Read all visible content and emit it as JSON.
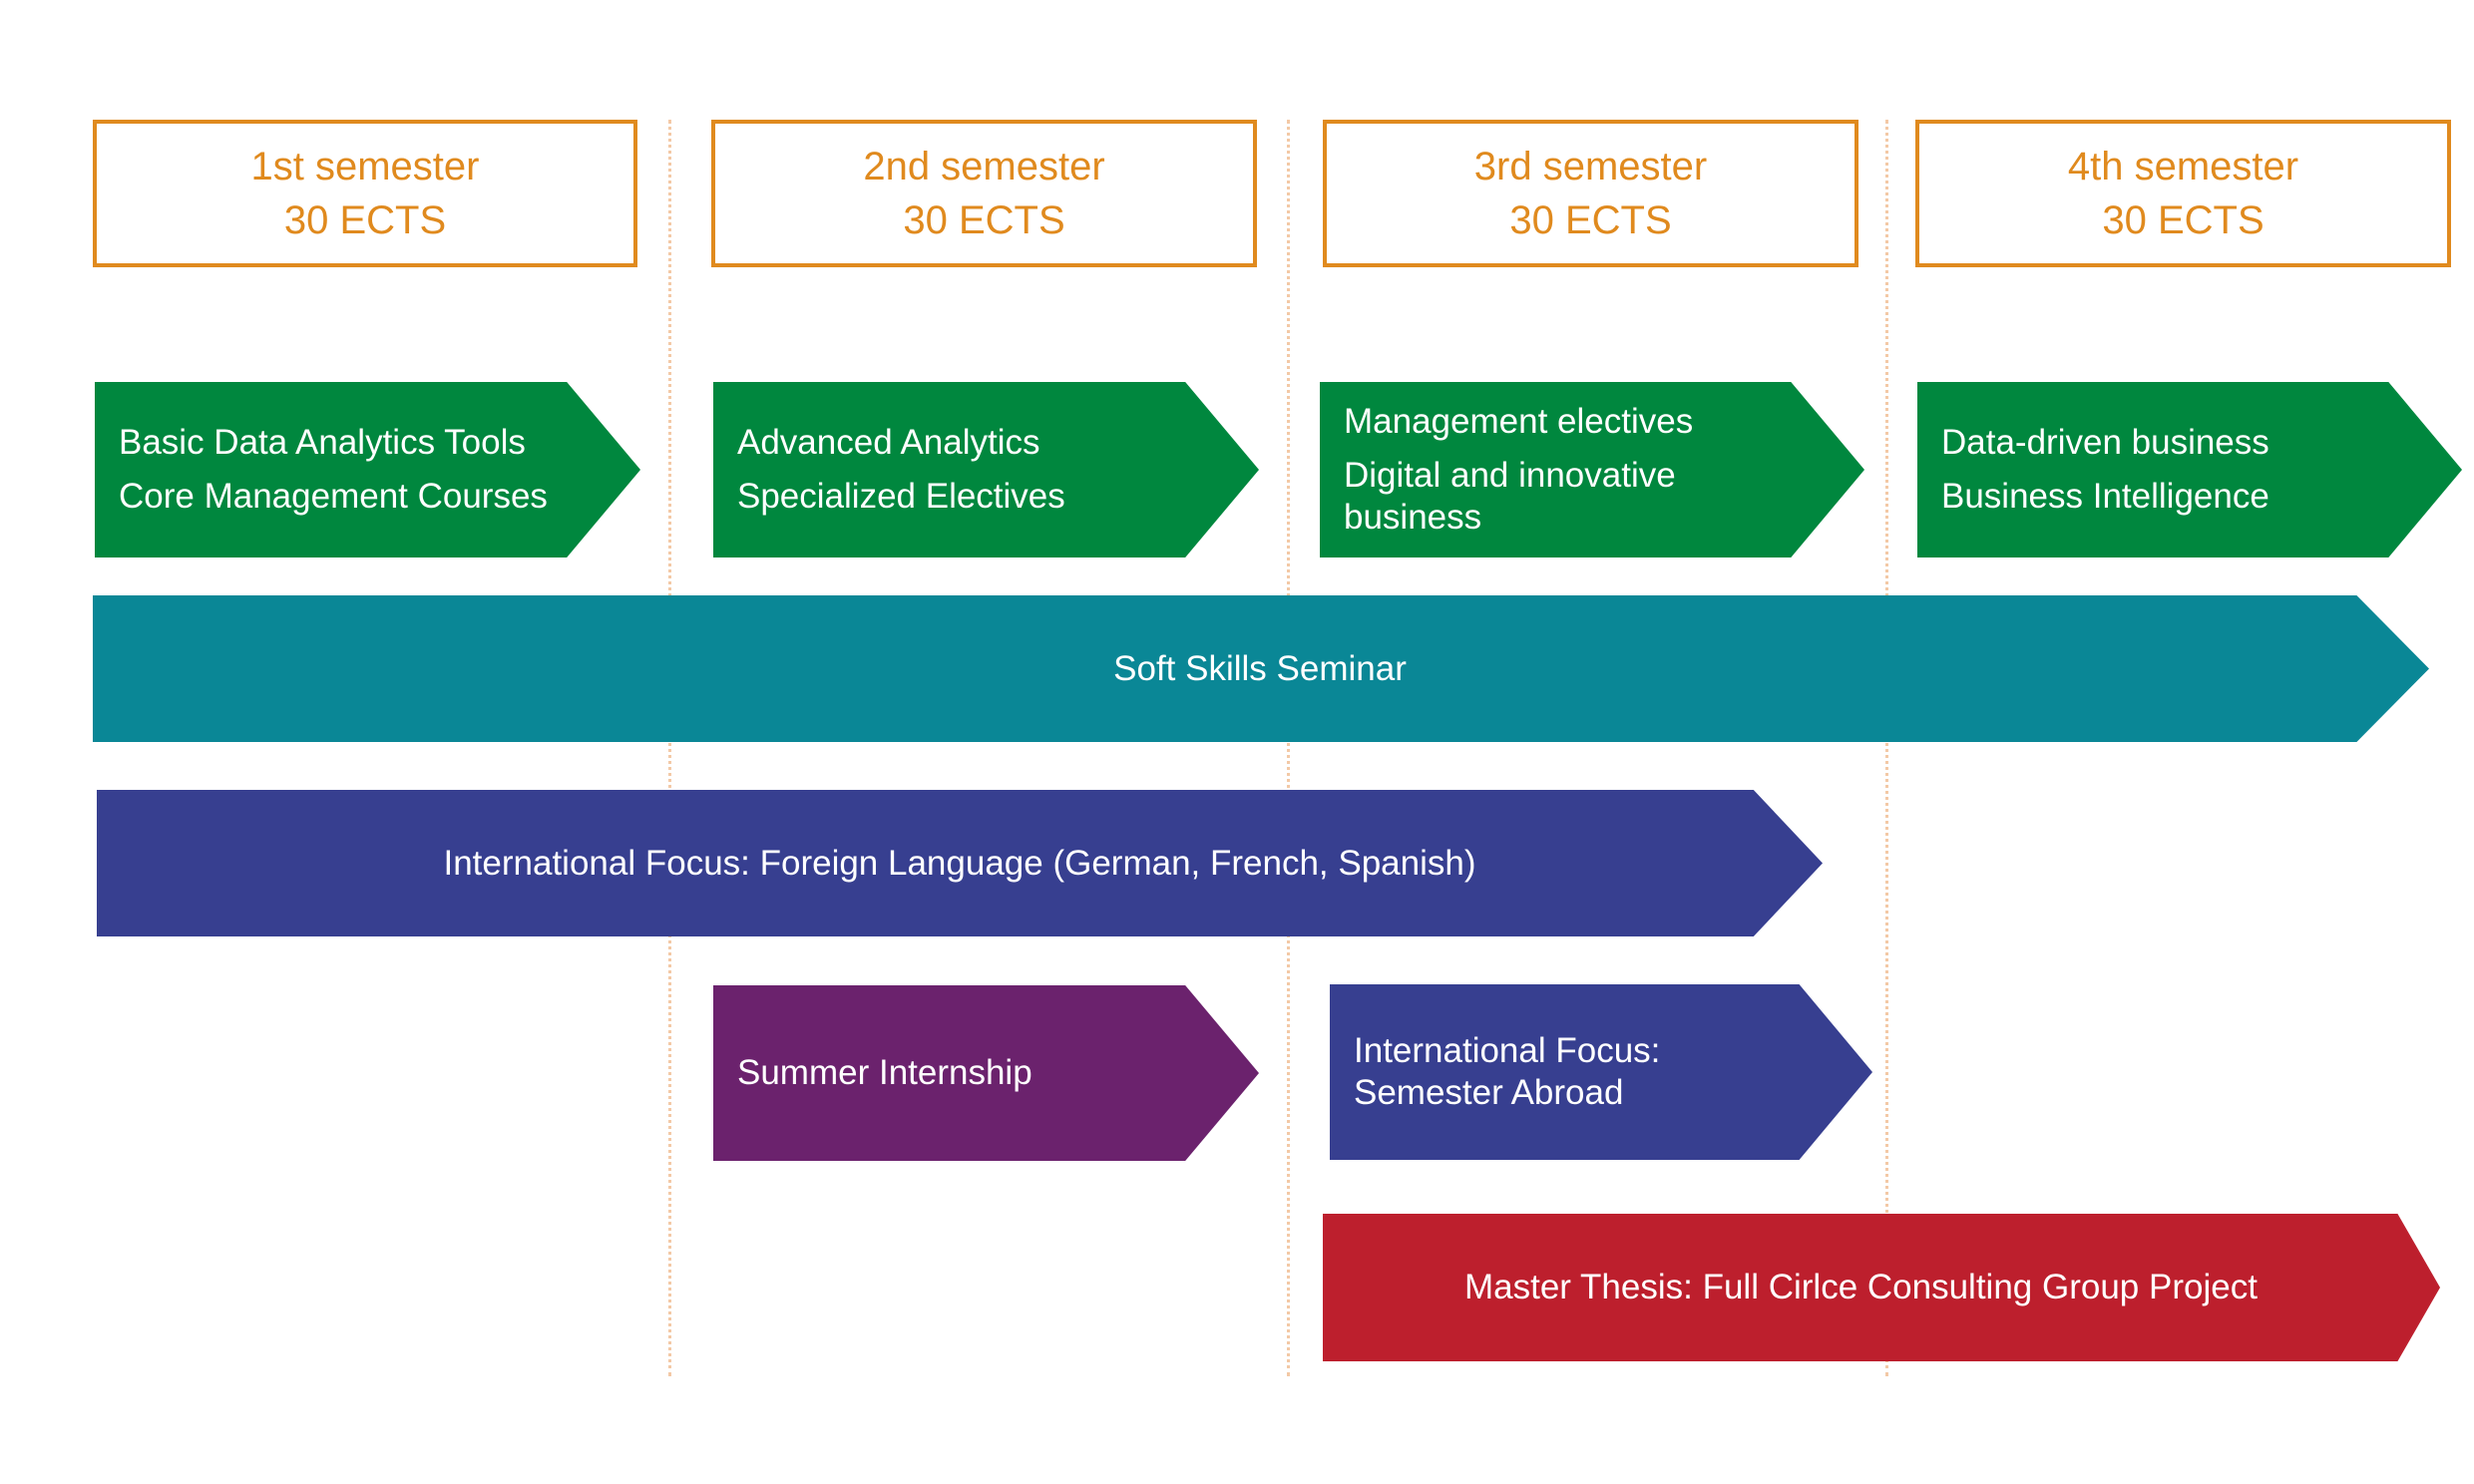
{
  "colors": {
    "semester_accent": "#e08a1e",
    "divider": "#f3c9a6",
    "core_green": "#00873e",
    "soft_skills_teal": "#0a8796",
    "international_indigo": "#373f90",
    "internship_purple": "#6b226d",
    "thesis_red": "#bd1f2d"
  },
  "semesters": [
    {
      "title": "1st semester",
      "credits": "30 ECTS"
    },
    {
      "title": "2nd semester",
      "credits": "30 ECTS"
    },
    {
      "title": "3rd semester",
      "credits": "30 ECTS"
    },
    {
      "title": "4th semester",
      "credits": "30 ECTS"
    }
  ],
  "modules": [
    {
      "lines": [
        "Basic Data Analytics Tools",
        "Core Management Courses"
      ]
    },
    {
      "lines": [
        "Advanced Analytics",
        "Specialized Electives"
      ]
    },
    {
      "lines": [
        "Management electives",
        "Digital and innovative",
        "business"
      ]
    },
    {
      "lines": [
        "Data-driven business",
        "Business Intelligence"
      ]
    }
  ],
  "spanning": {
    "soft_skills": "Soft Skills Seminar",
    "foreign_language": "International Focus: Foreign Language (German, French, Spanish)",
    "internship": "Summer Internship",
    "abroad": {
      "lines": [
        "International Focus:",
        "Semester Abroad"
      ]
    },
    "thesis": "Master Thesis: Full Cirlce Consulting Group Project"
  }
}
